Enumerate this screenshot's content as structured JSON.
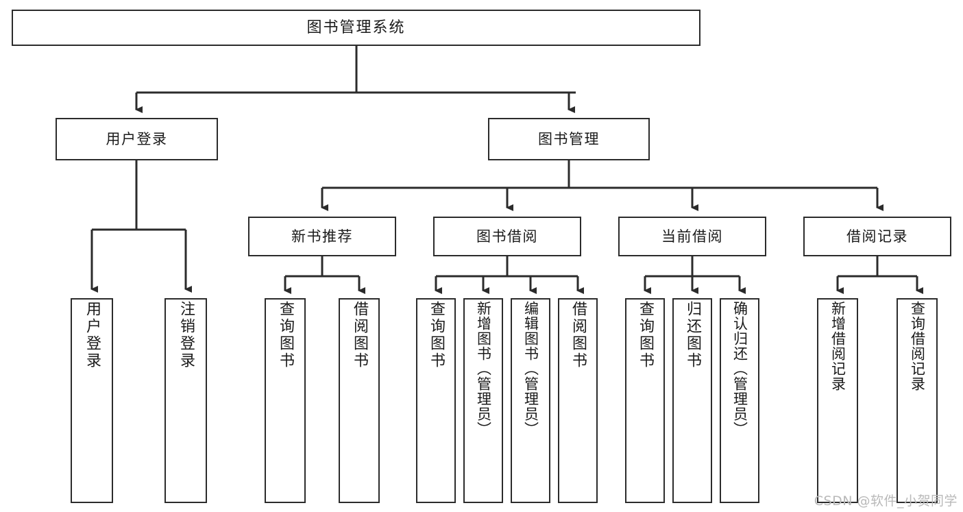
{
  "diagram": {
    "title": "图书管理系统",
    "type": "tree-hierarchy-chart",
    "colors": {
      "box_border": "#2b2b2b",
      "box_fill": "#ffffff",
      "connector": "#2b2b2b",
      "background": "#ffffff",
      "watermark": "#b9b9b9"
    },
    "root": {
      "label": "图书管理系统"
    },
    "level2": [
      {
        "label": "用户登录"
      },
      {
        "label": "图书管理"
      }
    ],
    "level3": [
      {
        "label": "新书推荐"
      },
      {
        "label": "图书借阅"
      },
      {
        "label": "当前借阅"
      },
      {
        "label": "借阅记录"
      }
    ],
    "leaves": {
      "user_login": [
        {
          "label": "用户登录"
        },
        {
          "label": "注销登录"
        }
      ],
      "new_book_recommend": [
        {
          "label": "查询图书"
        },
        {
          "label": "借阅图书"
        }
      ],
      "book_borrow": [
        {
          "label": "查询图书"
        },
        {
          "label": "新增图书（管理员）"
        },
        {
          "label": "编辑图书（管理员）"
        },
        {
          "label": "借阅图书"
        }
      ],
      "current_borrow": [
        {
          "label": "查询图书"
        },
        {
          "label": "归还图书"
        },
        {
          "label": "确认归还（管理员）"
        }
      ],
      "borrow_record": [
        {
          "label": "新增借阅记录"
        },
        {
          "label": "查询借阅记录"
        }
      ]
    }
  },
  "watermark": {
    "text": "CSDN @软件_小贺同学"
  }
}
